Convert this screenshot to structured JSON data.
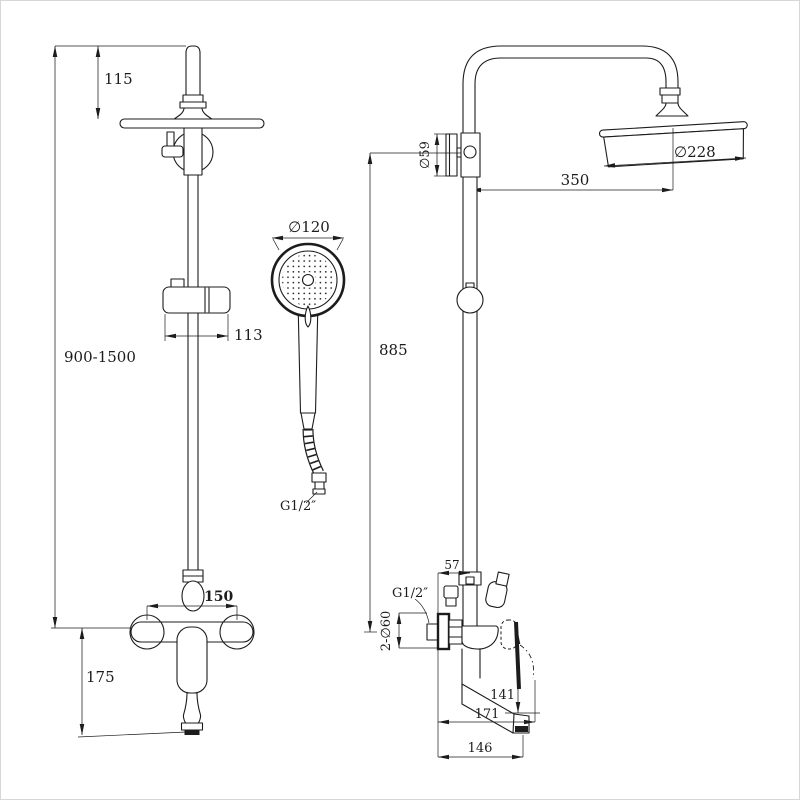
{
  "page": {
    "background": "#ffffff",
    "line_color": "#1c1c1c",
    "description": "Technical dimension drawing of a wall-mounted shower column with rain head, hand shower and bath mixer"
  },
  "views": {
    "front": {
      "head_height": "115",
      "bar_range": "900-1500",
      "slider_width": "113",
      "hole_spacing": "150",
      "spout_drop": "175"
    },
    "handshower": {
      "head_diameter": "∅120",
      "hose_thread": "G1/2″"
    },
    "side": {
      "bracket_diameter": "∅59",
      "head_diameter": "∅228",
      "head_reach": "350",
      "riser_height": "885",
      "wall_clearance": "57",
      "inlet_thread": "G1/2″",
      "eccentric_size": "2-∅60",
      "handle_height": "141",
      "spout_reach_total": "171",
      "spout_reach_body": "146"
    }
  }
}
